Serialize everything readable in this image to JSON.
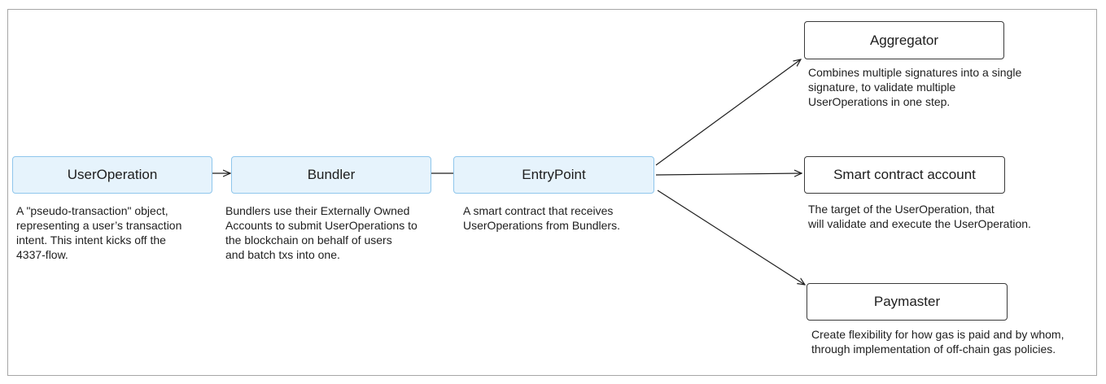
{
  "colors": {
    "primary_fill": "#e6f3fc",
    "primary_border": "#8fc6ec",
    "secondary_fill": "#ffffff",
    "secondary_border": "#3a3a3a",
    "connector": "#1e1e1e",
    "text": "#1e1e1e"
  },
  "nodes": {
    "user_operation": {
      "label": "UserOperation",
      "description": "A \"pseudo-transaction\" object,\nrepresenting a user’s transaction\nintent. This intent kicks off the\n4337-flow."
    },
    "bundler": {
      "label": "Bundler",
      "description": "Bundlers use their Externally Owned\nAccounts to submit UserOperations to\nthe blockchain on behalf of users\nand batch txs into one."
    },
    "entry_point": {
      "label": "EntryPoint",
      "description": "A smart contract that receives\nUserOperations from Bundlers."
    },
    "aggregator": {
      "label": "Aggregator",
      "description": "Combines multiple signatures into a single\nsignature, to validate multiple\nUserOperations in one step."
    },
    "smart_contract_account": {
      "label": "Smart contract account",
      "description": "The target of the UserOperation, that\nwill validate and execute the UserOperation."
    },
    "paymaster": {
      "label": "Paymaster",
      "description": "Create flexibility for how gas is paid and by whom,\nthrough implementation of off-chain gas policies."
    }
  },
  "edges": [
    {
      "from": "user_operation",
      "to": "bundler",
      "arrow": true
    },
    {
      "from": "bundler",
      "to": "entry_point",
      "arrow": false
    },
    {
      "from": "entry_point",
      "to": "aggregator",
      "arrow": true
    },
    {
      "from": "entry_point",
      "to": "smart_contract_account",
      "arrow": true
    },
    {
      "from": "entry_point",
      "to": "paymaster",
      "arrow": true
    }
  ]
}
